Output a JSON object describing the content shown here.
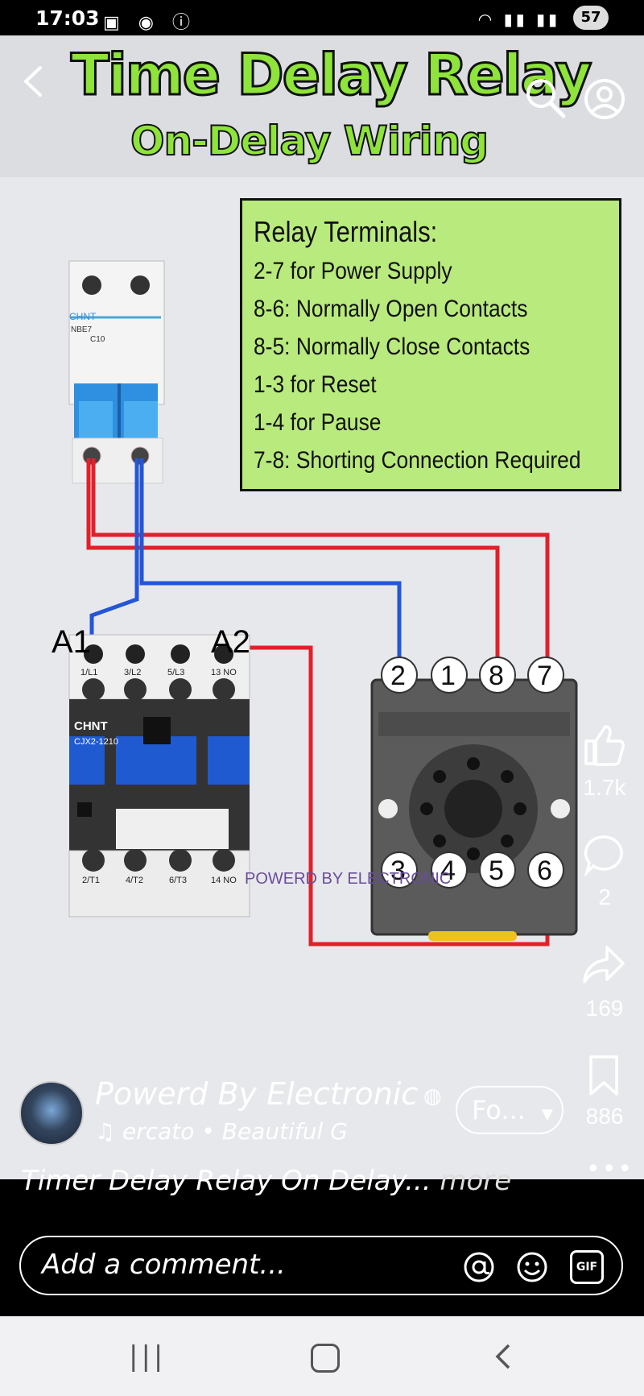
{
  "status_bar": {
    "time": "17:03",
    "battery": "57"
  },
  "video": {
    "title_line1": "Time Delay Relay",
    "title_line2": "On-Delay Wiring",
    "info_box": {
      "heading": "Relay Terminals:",
      "lines": [
        "2-7 for Power Supply",
        "8-6: Normally Open Contacts",
        "8-5: Normally Close Contacts",
        "1-3 for Reset",
        "1-4 for Pause",
        "7-8: Shorting Connection Required"
      ]
    },
    "breaker_labels": {
      "brand": "CHNT",
      "model": "NBE7",
      "rating": "C10"
    },
    "contactor_labels": {
      "a1": "A1",
      "a2": "A2",
      "top_terminals": [
        "1/L1",
        "3/L2",
        "5/L3",
        "13 NO"
      ],
      "bottom_terminals": [
        "2/T1",
        "4/T2",
        "6/T3",
        "14 NO"
      ],
      "brand": "CHNT",
      "model": "CJX2-1210"
    },
    "relay_base_top": [
      "2",
      "1",
      "8",
      "7"
    ],
    "relay_base_bottom": [
      "3",
      "4",
      "5",
      "6"
    ],
    "watermark": "POWERD BY ELECTRONIC"
  },
  "side_actions": {
    "likes": "1.7k",
    "comments": "2",
    "shares": "169",
    "saves": "886"
  },
  "author": {
    "name": "Powerd By Electronic",
    "music": "ercato • Beautiful   G",
    "follow_label": "Fo..."
  },
  "caption": "Timer Delay Relay On Delay...",
  "caption_more": "more",
  "comment": {
    "placeholder": "Add a comment..."
  },
  "colors": {
    "title_green": "#8ee43a",
    "info_bg": "#b9ea7d",
    "wire_red": "#e2202a",
    "wire_blue": "#2456d6",
    "contactor_blue": "#1f5ad1"
  }
}
